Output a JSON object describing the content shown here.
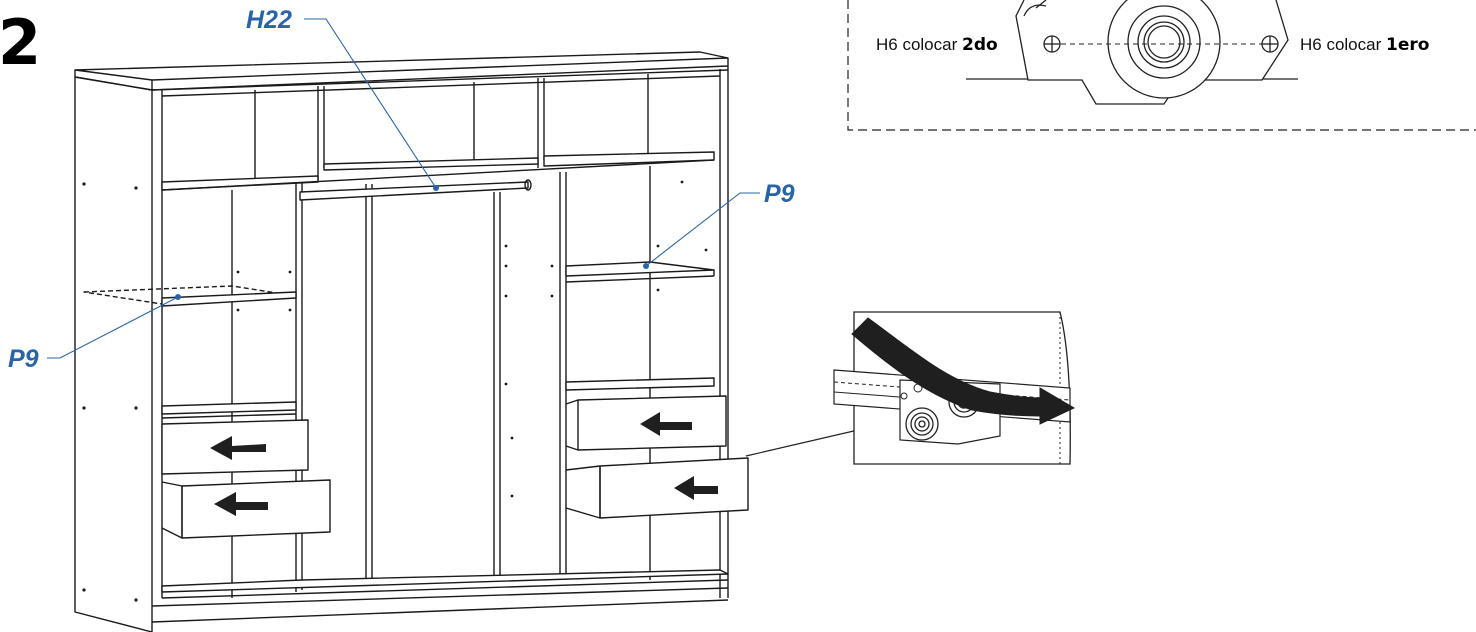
{
  "step_number": "2",
  "colors": {
    "callout": "#2864a8",
    "line": "#1a1a1a",
    "arrow": "#1f1f1f"
  },
  "callouts": {
    "rail": "H22",
    "shelf_right": "P9",
    "shelf_left": "P9"
  },
  "detail_note": {
    "left_prefix": "H6 colocar ",
    "left_emphasis": "2do",
    "right_prefix": "H6 colocar ",
    "right_emphasis": "1ero"
  },
  "icons": [
    "drawer-push-arrow-icon",
    "hinge-rotate-arrow-icon",
    "screw-hole-icon"
  ]
}
